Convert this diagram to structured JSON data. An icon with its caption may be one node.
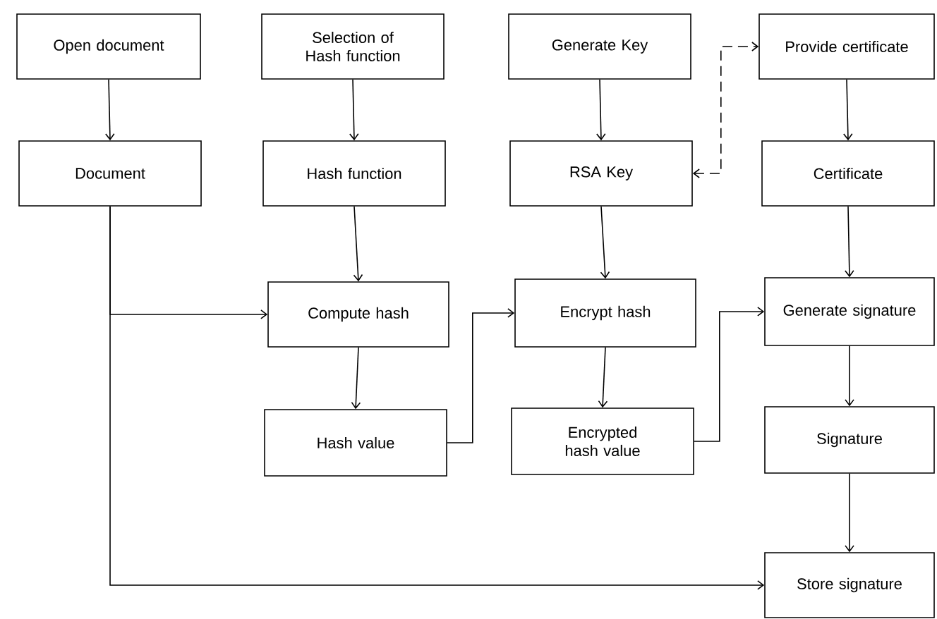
{
  "diagram": {
    "nodes": [
      {
        "text": [
          "Open document"
        ]
      },
      {
        "text": [
          "Selection of Hash function"
        ]
      },
      {
        "text": [
          "Generate Key"
        ]
      },
      {
        "text": [
          "Provide certificate"
        ]
      },
      {
        "text": [
          "Document"
        ]
      },
      {
        "text": [
          "Hash function"
        ]
      },
      {
        "text": [
          "RSA Key"
        ]
      },
      {
        "text": [
          "Certificate"
        ]
      },
      {
        "text": [
          "Compute hash"
        ]
      },
      {
        "text": [
          "Encrypt hash"
        ]
      },
      {
        "text": [
          "Generate signature"
        ]
      },
      {
        "text": [
          "Hash value"
        ]
      },
      {
        "text": [
          "Encrypted hash value"
        ]
      },
      {
        "text": [
          "Signature"
        ]
      },
      {
        "text": [
          "Store signature"
        ]
      }
    ],
    "edges": [
      {
        "from": 0,
        "to": 4,
        "arrow": "to"
      },
      {
        "from": 1,
        "to": 5,
        "arrow": "to"
      },
      {
        "from": 2,
        "to": 6,
        "arrow": "to"
      },
      {
        "from": 3,
        "to": 7,
        "arrow": "to"
      },
      {
        "from": 6,
        "to": 3,
        "arrow": "both",
        "style": "dashed"
      },
      {
        "from": 5,
        "to": 8,
        "arrow": "to"
      },
      {
        "from": 4,
        "to": 8,
        "arrow": "to"
      },
      {
        "from": 4,
        "to": 14,
        "arrow": "to"
      },
      {
        "from": 6,
        "to": 9,
        "arrow": "to"
      },
      {
        "from": 7,
        "to": 10,
        "arrow": "to"
      },
      {
        "from": 8,
        "to": 11,
        "arrow": "to"
      },
      {
        "from": 11,
        "to": 9,
        "arrow": "to"
      },
      {
        "from": 9,
        "to": 12,
        "arrow": "to"
      },
      {
        "from": 12,
        "to": 10,
        "arrow": "to"
      },
      {
        "from": 10,
        "to": 13,
        "arrow": "to"
      },
      {
        "from": 13,
        "to": 14,
        "arrow": "to"
      }
    ]
  }
}
